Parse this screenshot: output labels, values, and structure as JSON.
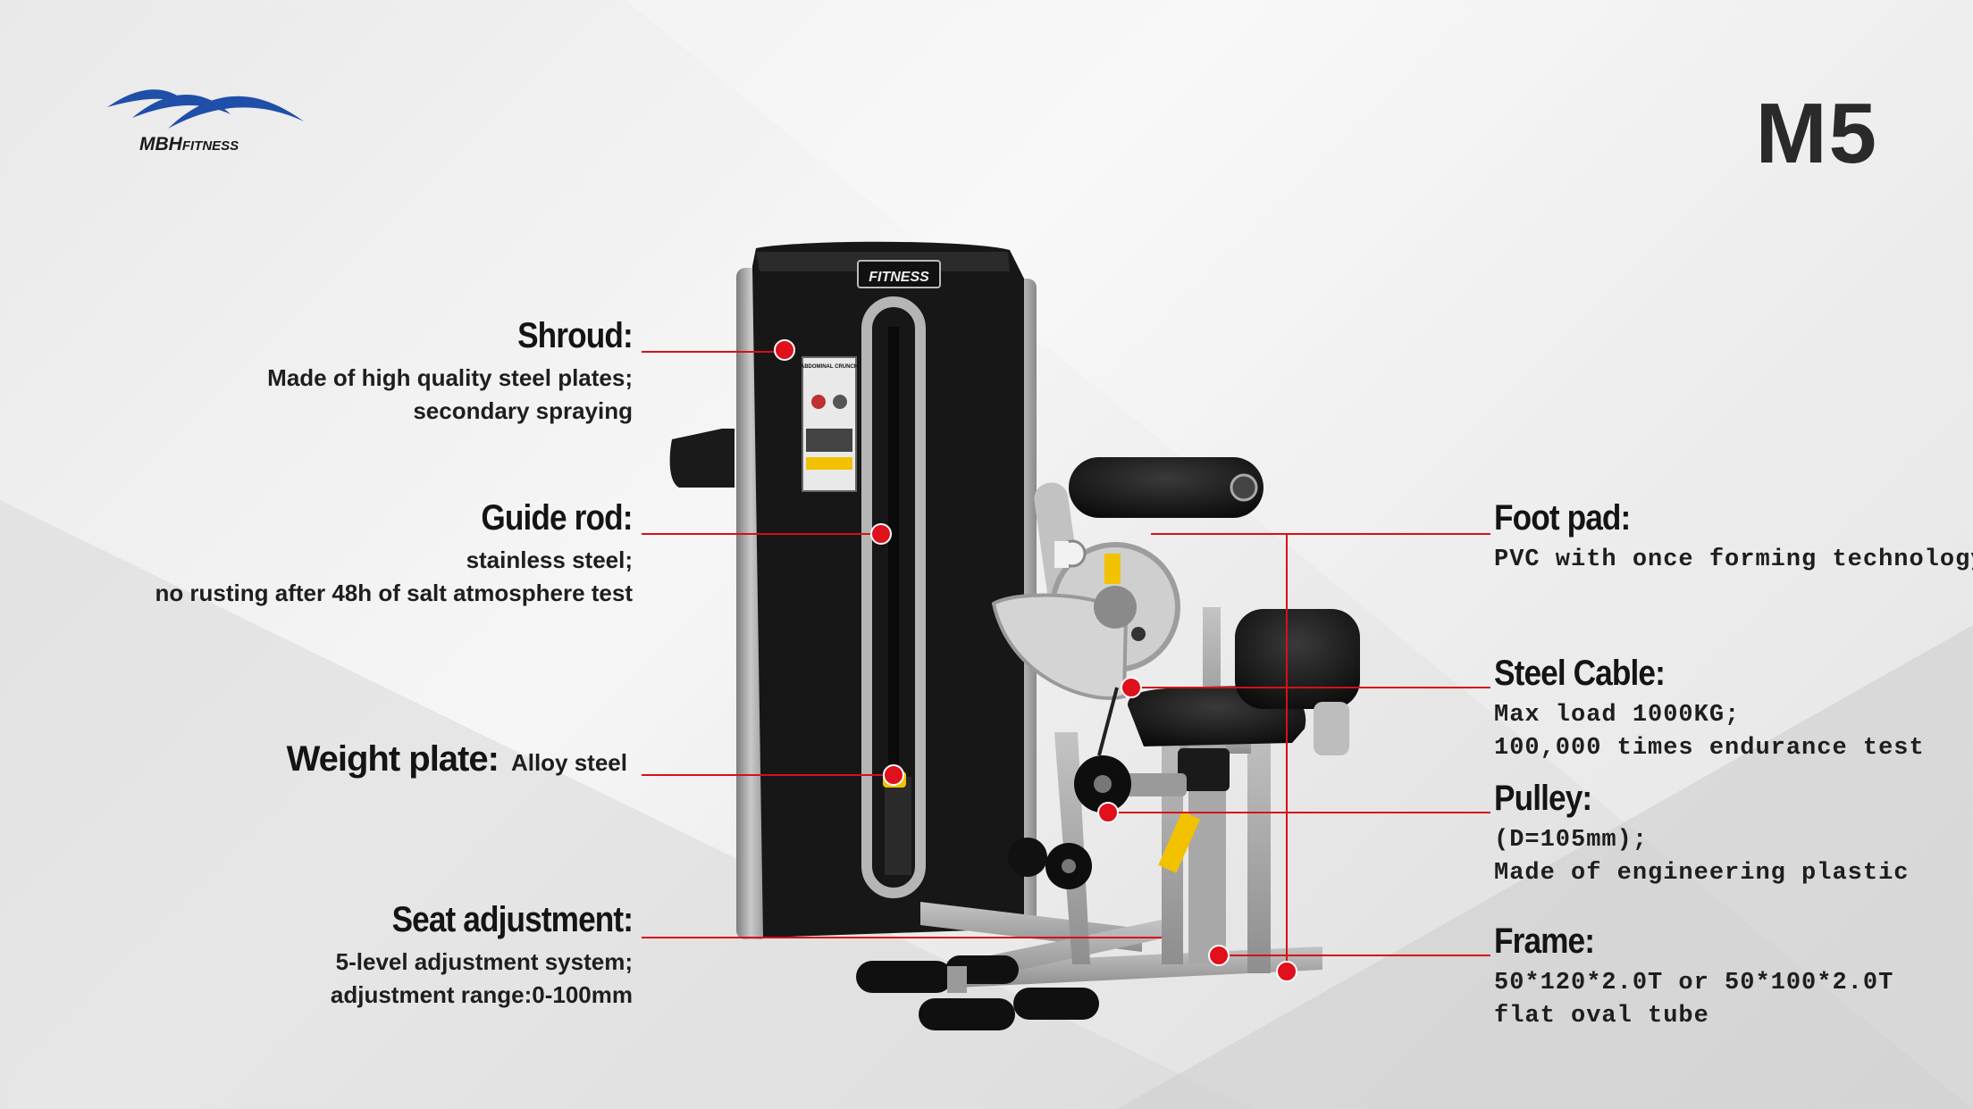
{
  "brand": {
    "name": "MBH",
    "suffix": "FITNESS",
    "logo_color": "#1f4fa8"
  },
  "model": "M5",
  "machine": {
    "decal_text": "FITNESS",
    "placard_title": "ABDOMINAL CRUNCH",
    "frame_color": "#9a9a9a",
    "accent_color": "#f2c200",
    "pin_color": "#e0101c"
  },
  "features_left": [
    {
      "title": "Shroud:",
      "lines": [
        "Made of high quality steel plates;",
        "secondary spraying"
      ]
    },
    {
      "title": "Guide rod:",
      "lines": [
        "stainless steel;",
        "no rusting after 48h of salt atmosphere test"
      ]
    },
    {
      "title": "Weight plate:",
      "inline": "Alloy steel"
    },
    {
      "title": "Seat adjustment:",
      "lines": [
        "5-level adjustment system;",
        "adjustment range:0-100mm"
      ]
    }
  ],
  "features_right": [
    {
      "title": "Foot pad:",
      "lines": [
        "PVC with once forming technology"
      ]
    },
    {
      "title": "Steel Cable:",
      "lines": [
        "Max load 1000KG;",
        "100,000 times endurance test"
      ]
    },
    {
      "title": "Pulley:",
      "lines": [
        "(D=105mm);",
        "Made of engineering plastic"
      ]
    },
    {
      "title": "Frame:",
      "lines": [
        "50*120*2.0T or 50*100*2.0T",
        "flat oval tube"
      ]
    }
  ]
}
